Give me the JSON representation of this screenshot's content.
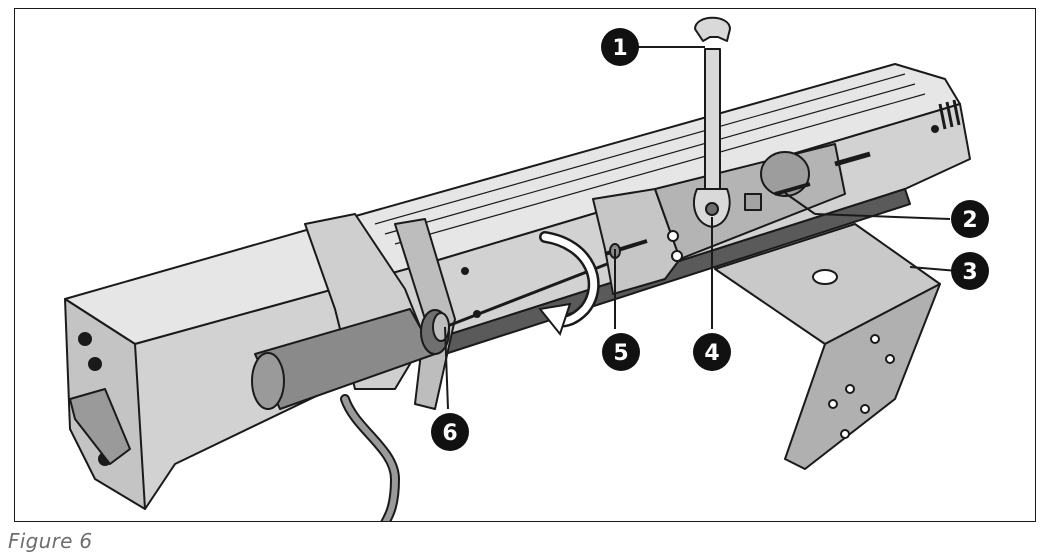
{
  "figure": {
    "caption": "Figure 6"
  },
  "callouts": [
    {
      "id": "1",
      "label": "1"
    },
    {
      "id": "2",
      "label": "2"
    },
    {
      "id": "3",
      "label": "3"
    },
    {
      "id": "4",
      "label": "4"
    },
    {
      "id": "5",
      "label": "5"
    },
    {
      "id": "6",
      "label": "6"
    }
  ],
  "colors": {
    "outline": "#1a1a1a",
    "heater_body": "#d9d9d9",
    "heater_shadow": "#a8a8a8",
    "bracket": "#bdbdbd",
    "handle": "#8a8a8a",
    "callout_fill": "#111111"
  }
}
